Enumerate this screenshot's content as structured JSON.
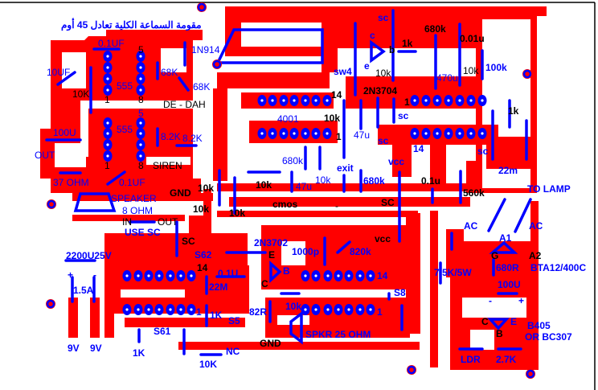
{
  "title_arabic": "مقومة السماعة الكلية تعادل 45 أوم",
  "colors": {
    "copper": "#ff0000",
    "components": "#0000ff",
    "silk": "#000000",
    "background": "#ffffff"
  },
  "siren_section": {
    "c1": "0.1UF",
    "pin5a": "5",
    "diode": "1N914",
    "c2": "10UF",
    "r1": "68K",
    "r2": "68K",
    "r3": "10K",
    "ic1": "555",
    "pin1a": "1",
    "pin8a": "8",
    "mode1": "DE - DAH",
    "pin5b": "5",
    "ic2": "555",
    "c3": "100U",
    "r4": "8.2K",
    "r5": "8.2K",
    "out": "OUT",
    "pin1b": "1",
    "pin8b": "8",
    "mode2": "SIREN",
    "c4": "0.1UF",
    "r6": "37 OHM",
    "speaker": "SPEAKER",
    "speaker_ohm": "8 OHM",
    "gnd": "GND",
    "r7": "10k"
  },
  "control_section": {
    "sc1": "sc",
    "r680k": "680k",
    "c": "c",
    "b": "b",
    "r1k": "1k",
    "c001": "0.01u",
    "sw4": "sw4",
    "e": "e",
    "r10k_a": "10k",
    "c470": "470u",
    "r10k_b": "10k",
    "r100k": "100k",
    "pin14a": "14",
    "transistor": "2N3704",
    "pin1a": "1",
    "r1k_b": "1k",
    "ic": "4001",
    "r10k_c": "10k",
    "sc2": "sc",
    "c47a": "47u",
    "pin1b": "1",
    "sc3": "sc",
    "pin14b": "14",
    "sc4": "sc",
    "r680k_b": "680k",
    "exit": "exit",
    "vcc": "vcc",
    "c22m": "22m",
    "r10k_d": "10k",
    "c47b": "47u",
    "r10k_e": "10k",
    "r680k_c": "680k",
    "c01": "0.1u",
    "r560k": "560k",
    "to_lamp": "TO LAMP",
    "cmos": "cmos",
    "sc5": "SC",
    "r10k_f": "10k",
    "r10k_g": "10k",
    "minus": "-"
  },
  "power_section": {
    "in": "IN",
    "out": "OUT",
    "use_sc": "USE SC",
    "sc": "SC",
    "transistor": "2N3702",
    "s62": "S62",
    "e": "E",
    "c1000p": "1000p",
    "r820k": "820k",
    "vcc": "vcc",
    "cap": "2200U25V",
    "pin14a": "14",
    "c01": "0.1U",
    "b": "B",
    "pin14b": "14",
    "r75k": "7.5K/5W",
    "r22m": "22M",
    "c": "C",
    "fuse": "1.5A",
    "s8": "S8",
    "pin1a": "1",
    "r1k": "1K",
    "s5": "S5",
    "r82": "82R",
    "r10k": "10k",
    "pin1b": "1",
    "s61": "S61",
    "spkr": "SPKR 25 OHM",
    "gnd": "GND",
    "nc": "NC",
    "v1": "9V",
    "v2": "9V",
    "r1k_b": "1K",
    "r10k_b": "10K",
    "plus": "+",
    "minus": "-"
  },
  "lamp_section": {
    "ac1": "AC",
    "ac2": "AC",
    "a1": "A1",
    "g": "G",
    "a2": "A2",
    "r680": "680R",
    "triac": "BTA12/400C",
    "c100u": "100U",
    "c": "C",
    "e": "E",
    "transistor": "B405",
    "alt": "OR BC307",
    "b": "B",
    "ldr": "LDR",
    "r27k": "2.7K",
    "plus": "+",
    "minus": "-"
  }
}
